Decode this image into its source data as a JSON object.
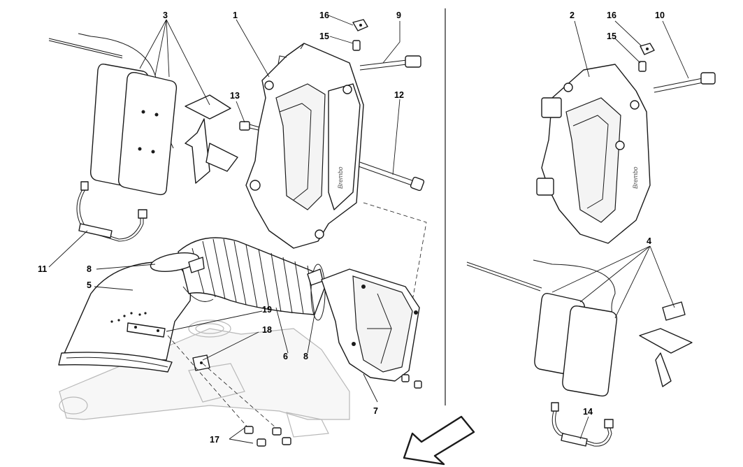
{
  "callouts": {
    "c1": "1",
    "c2": "2",
    "c3": "3",
    "c4": "4",
    "c5": "5",
    "c6": "6",
    "c7": "7",
    "c8a": "8",
    "c8b": "8",
    "c9": "9",
    "c10": "10",
    "c11": "11",
    "c12": "12",
    "c13": "13",
    "c14": "14",
    "c15a": "15",
    "c15b": "15",
    "c16a": "16",
    "c16b": "16",
    "c17": "17",
    "c18": "18",
    "c19": "19"
  },
  "caliper_logo": "Brembo",
  "colors": {
    "line": "#1a1a1a",
    "ghost": "#b8b8b8",
    "background": "#ffffff"
  },
  "icons": [
    "direction-arrow-icon"
  ]
}
